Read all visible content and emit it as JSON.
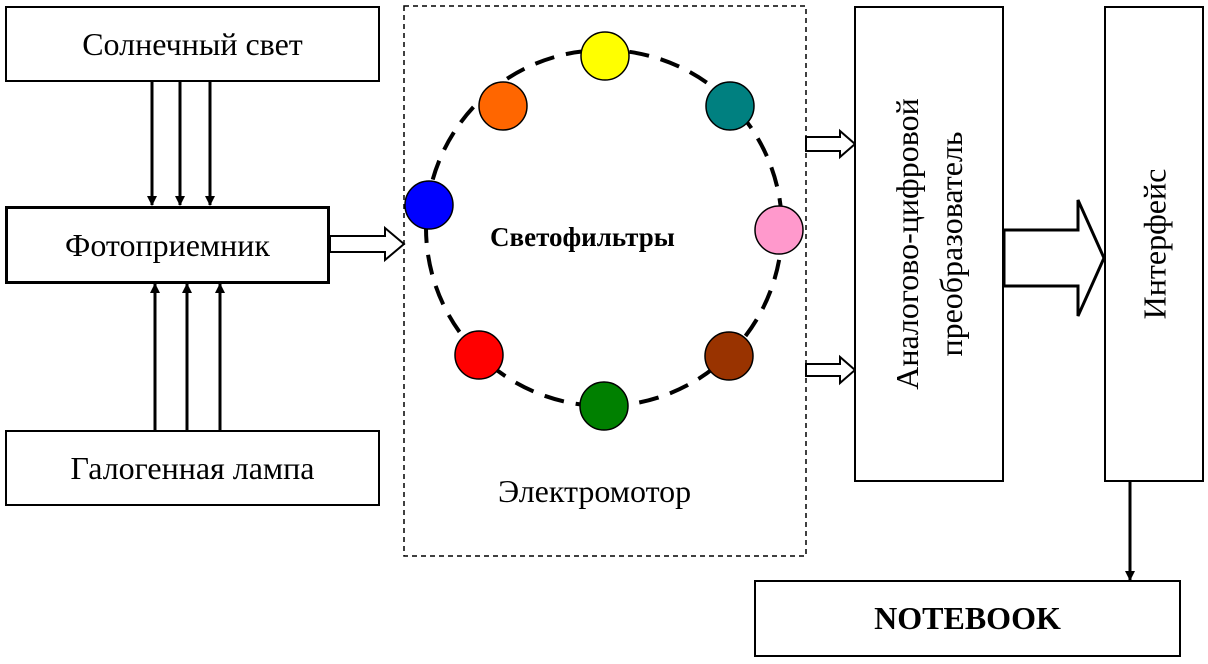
{
  "blocks": {
    "sunlight": "Солнечный свет",
    "photodetector": "Фотоприемник",
    "halogen_lamp": "Галогенная лампа",
    "filters": "Светофильтры",
    "motor": "Электромотор",
    "adc_line1": "Аналогово-цифровой",
    "adc_line2": "преобразователь",
    "interface": "Интерфейс",
    "notebook": "NOTEBOOK"
  },
  "filter_colors": {
    "yellow": "#ffff00",
    "teal": "#008080",
    "pink": "#ff99cc",
    "brown": "#993300",
    "green": "#008000",
    "red": "#ff0000",
    "blue": "#0000ff",
    "orange": "#ff6600"
  }
}
